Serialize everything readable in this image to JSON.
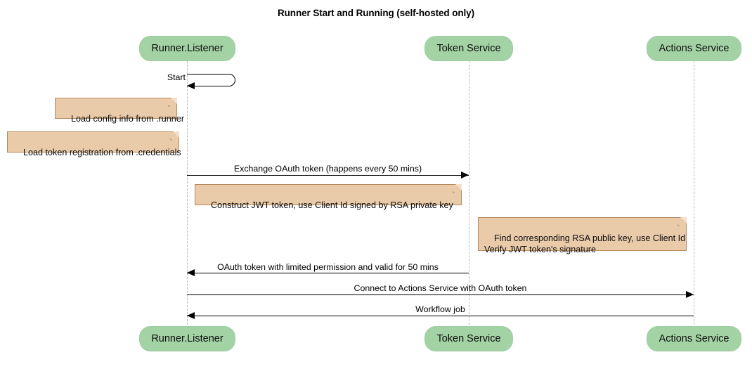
{
  "title": "Runner Start and Running (self-hosted only)",
  "colors": {
    "participant_fill": "#a3d3a5",
    "participant_border": "#9ecfa0",
    "note_fill": "#e9caa9",
    "note_border": "#b58a5e",
    "lifeline": "#b9b9b9",
    "arrow": "#000000",
    "background": "#ffffff"
  },
  "participants": [
    {
      "id": "runner",
      "label": "Runner.Listener"
    },
    {
      "id": "token",
      "label": "Token Service"
    },
    {
      "id": "actions",
      "label": "Actions Service"
    }
  ],
  "participants_bottom": [
    {
      "id": "runner",
      "label": "Runner.Listener"
    },
    {
      "id": "token",
      "label": "Token Service"
    },
    {
      "id": "actions",
      "label": "Actions Service"
    }
  ],
  "messages": [
    {
      "id": "start",
      "label": "Start",
      "kind": "self",
      "from": "runner",
      "to": "runner"
    },
    {
      "id": "exchange",
      "label": "Exchange OAuth token (happens every 50 mins)",
      "kind": "sync",
      "from": "runner",
      "to": "token",
      "direction": "right"
    },
    {
      "id": "oauth-return",
      "label": "OAuth token with limited permission and valid for 50 mins",
      "kind": "sync",
      "from": "token",
      "to": "runner",
      "direction": "left"
    },
    {
      "id": "connect",
      "label": "Connect to Actions Service with OAuth token",
      "kind": "sync",
      "from": "runner",
      "to": "actions",
      "direction": "right"
    },
    {
      "id": "workflow",
      "label": "Workflow job",
      "kind": "sync",
      "from": "actions",
      "to": "runner",
      "direction": "left"
    }
  ],
  "notes": [
    {
      "id": "note-config",
      "text": "Load config info from .runner",
      "lines": [
        "Load config info from .runner"
      ]
    },
    {
      "id": "note-credentials",
      "text": "Load token registration from .credentials",
      "lines": [
        "Load token registration from .credentials"
      ]
    },
    {
      "id": "note-jwt",
      "text": "Construct JWT token, use Client Id signed by RSA private key",
      "lines": [
        "Construct JWT token, use Client Id signed by RSA private key"
      ]
    },
    {
      "id": "note-verify",
      "text": "Find corresponding RSA public key, use Client Id\nVerify JWT token's signature",
      "lines": [
        "Find corresponding RSA public key, use Client Id",
        "Verify JWT token's signature"
      ]
    }
  ]
}
